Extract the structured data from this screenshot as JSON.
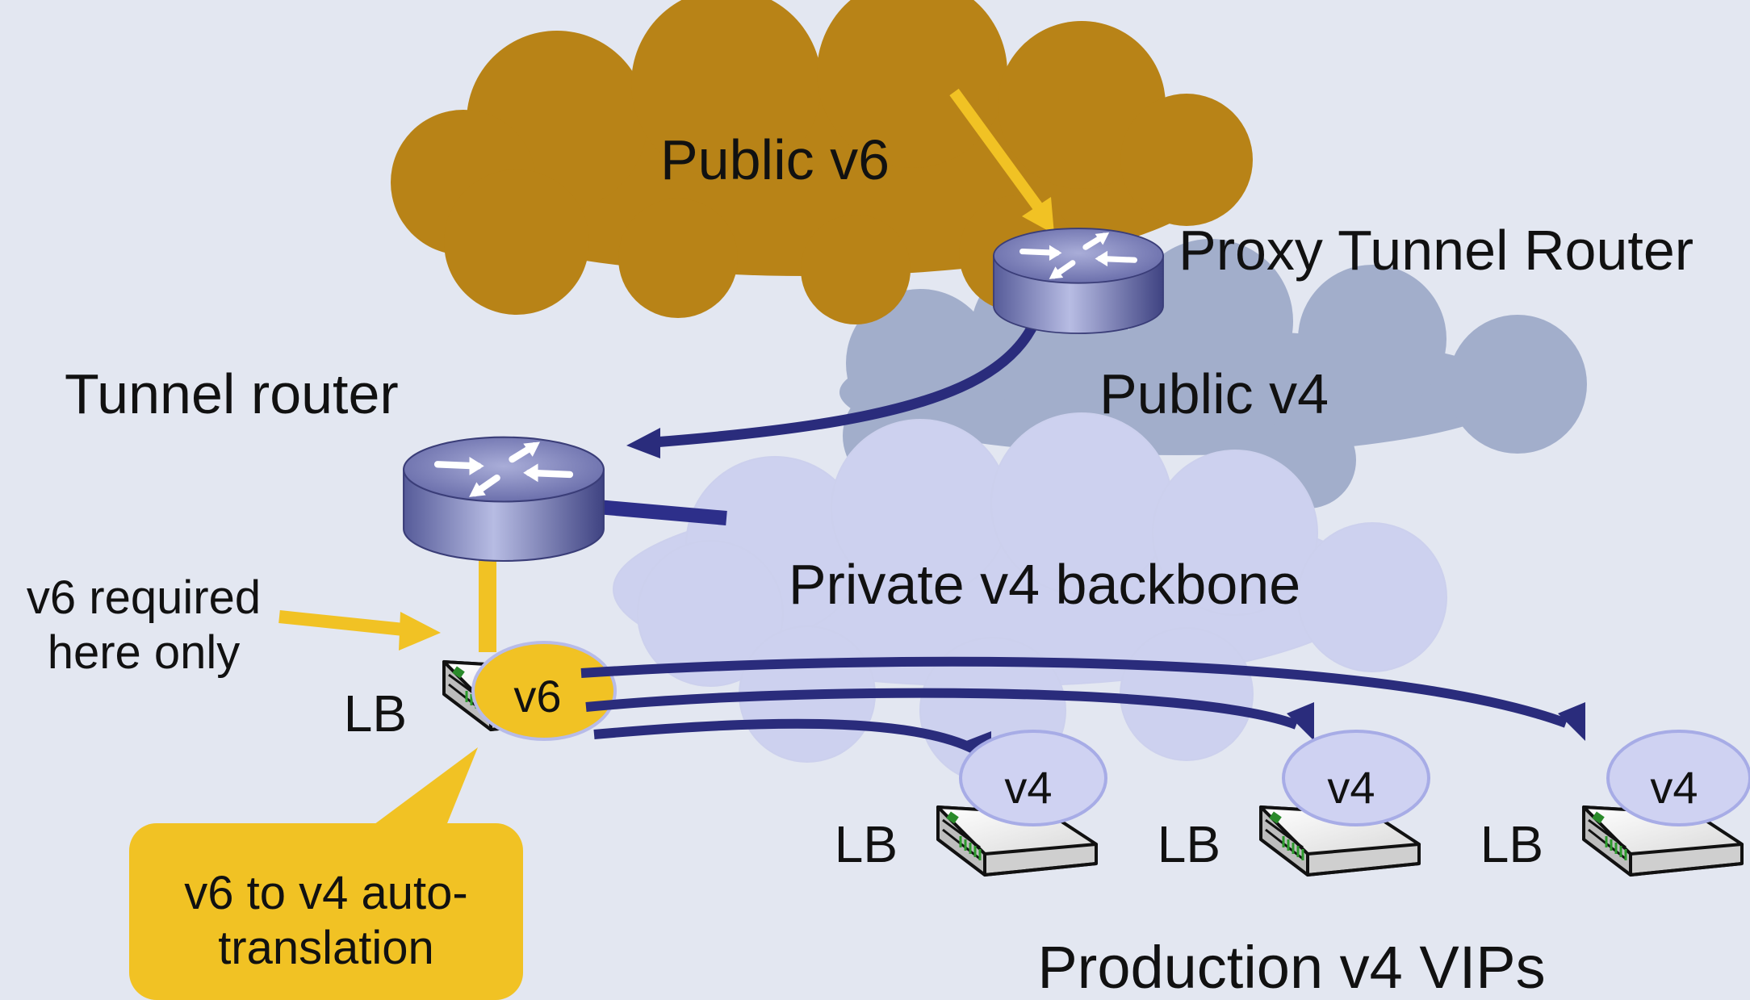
{
  "clouds": {
    "public_v6": {
      "label": "Public v6",
      "color": "#b88317"
    },
    "public_v4": {
      "label": "Public v4",
      "color": "#a2aecb"
    },
    "private_backbone": {
      "label": "Private v4 backbone",
      "color": "#cdd1ef"
    }
  },
  "routers": {
    "proxy_tunnel_router": {
      "label": "Proxy Tunnel Router"
    },
    "tunnel_router": {
      "label": "Tunnel router"
    }
  },
  "load_balancers": {
    "main": {
      "label": "LB",
      "badge": "v6"
    },
    "vips": [
      {
        "label": "LB",
        "badge": "v4"
      },
      {
        "label": "LB",
        "badge": "v4"
      },
      {
        "label": "LB",
        "badge": "v4"
      }
    ]
  },
  "annotations": {
    "v6_required": {
      "line1": "v6 required",
      "line2": "here only"
    },
    "translation_callout": {
      "line1": "v6 to v4 auto-",
      "line2": "translation"
    },
    "production_vips": "Production v4 VIPs"
  },
  "colors": {
    "background": "#e3e7f1",
    "ipv6_yellow": "#f1c224",
    "tunnel_navy": "#2a2c7c",
    "v4_ellipse": "#cfd2f2"
  }
}
